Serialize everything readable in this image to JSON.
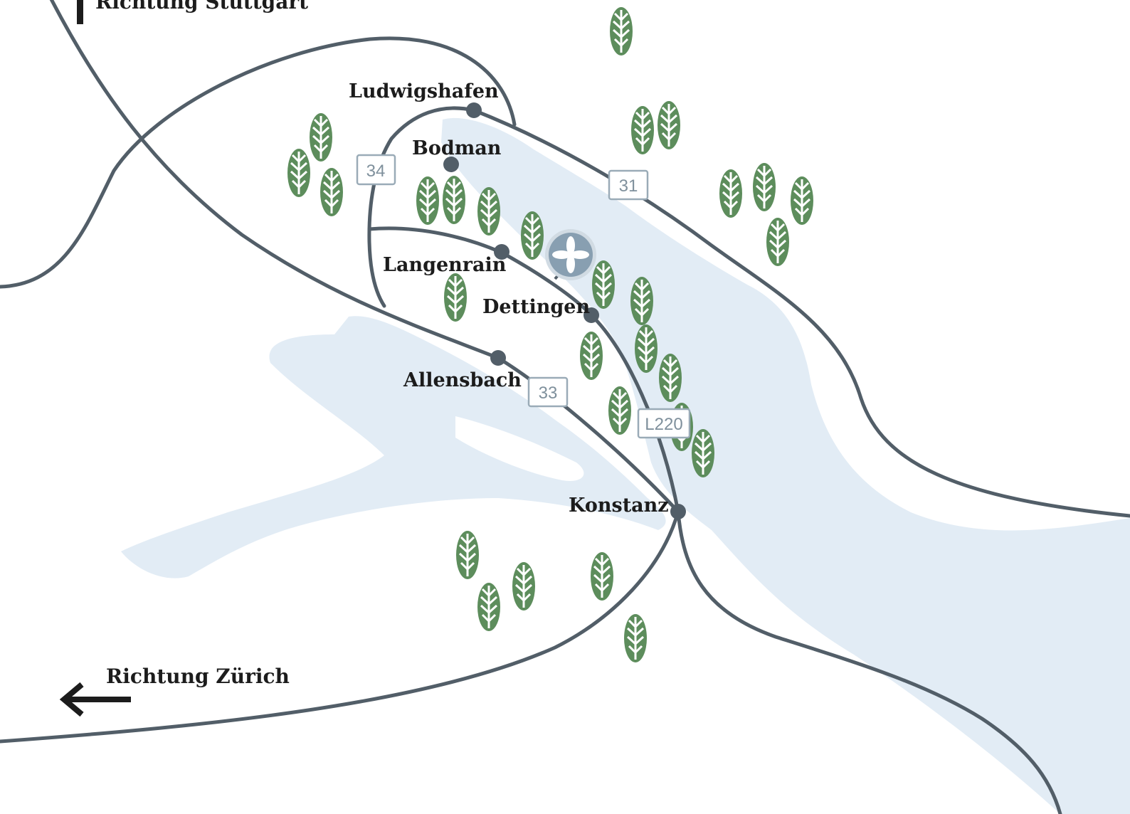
{
  "colors": {
    "water": "#e2ecf5",
    "road": "#525e68",
    "tree": "#5d8d5c",
    "tree_vein": "#ffffff",
    "text": "#1c1c1c",
    "shield_border": "#9aabb7",
    "shield_text": "#7f909c",
    "poi": "#889fb1"
  },
  "directions": {
    "stuttgart": "Richtung Stuttgart",
    "zurich": "Richtung Zürich"
  },
  "towns": {
    "ludwigshafen": "Ludwigshafen",
    "bodman": "Bodman",
    "langenrain": "Langenrain",
    "dettingen": "Dettingen",
    "allensbach": "Allensbach",
    "konstanz": "Konstanz"
  },
  "roads": {
    "r34": "34",
    "r31": "31",
    "r33": "33",
    "rl220": "L220"
  },
  "icons": {
    "tree": "tree-icon",
    "poi": "flower-icon",
    "arrow": "arrow-left-icon"
  }
}
